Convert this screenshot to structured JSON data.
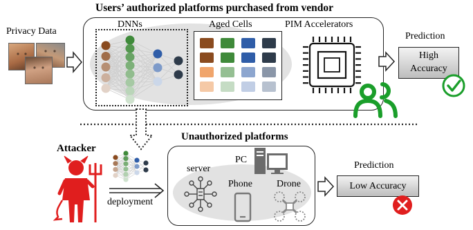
{
  "title_top": "Users’ authorized platforms purchased from vendor",
  "privacy_label": "Privacy Data",
  "dnn_label": "DNNs",
  "aged_cells_label": "Aged Cells",
  "pim_label": "PIM Accelerators",
  "prediction_label_top": "Prediction",
  "high_accuracy_line1": "High",
  "high_accuracy_line2": "Accuracy",
  "attacker_label": "Attacker",
  "unauthorized_label": "Unauthorized platforms",
  "deployment_label": "deployment",
  "server_label": "server",
  "pc_label": "PC",
  "phone_label": "Phone",
  "drone_label": "Drone",
  "prediction_label_bottom": "Prediction",
  "low_accuracy_label": "Low Accuracy",
  "colors": {
    "dnn_col1": "#8a4b1f",
    "dnn_col2": "#3f8a3a",
    "dnn_col3": "#2f5da8",
    "dnn_col4": "#2e3b4a",
    "accent_green": "#1a9e2a",
    "accent_red": "#e01e1e"
  },
  "icons": [
    "user-group-icon",
    "check-circle-icon",
    "cross-circle-icon",
    "devil-icon",
    "chip-icon",
    "computer-icon",
    "phone-icon",
    "drone-icon",
    "network-hub-icon"
  ]
}
